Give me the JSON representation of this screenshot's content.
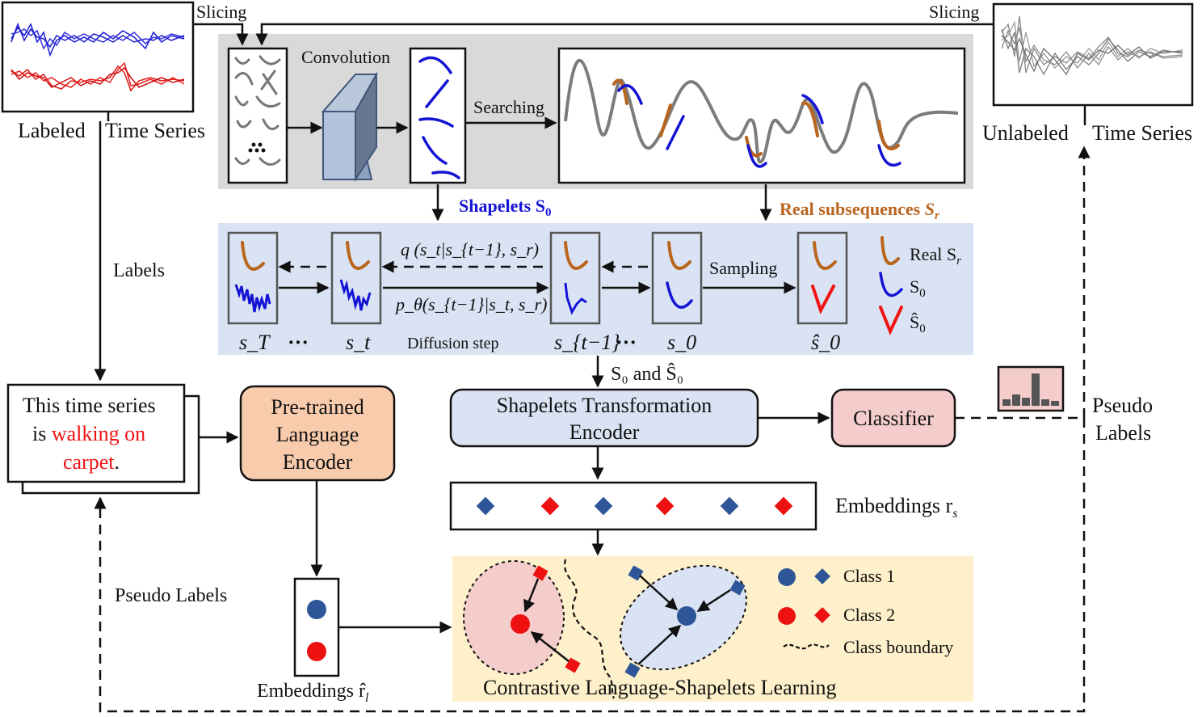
{
  "slicing_left": "Slicing",
  "slicing_right": "Slicing",
  "labeled_ts": {
    "part1": "Labeled",
    "part2": "Time Series"
  },
  "unlabeled_ts": {
    "part1": "Unlabeled",
    "part2": "Time Series"
  },
  "convolution": "Convolution",
  "searching": "Searching",
  "shapelets_label": "Shapelets S",
  "shapelets_sub": "0",
  "real_subseq_label": "Real subsequences ",
  "real_subseq_sym": "S",
  "real_subseq_sub": "r",
  "labels": "Labels",
  "diffusion": {
    "q_label": "q (s_t|s_{t−1}, s_r)",
    "p_label": "p_θ(s_{t−1}|s_t, s_r)",
    "step": "Diffusion step",
    "sampling": "Sampling",
    "states": [
      "s_T",
      "s_t",
      "s_{t−1}",
      "s_0",
      "ŝ_0"
    ],
    "ellipsis": "···"
  },
  "legend_top": [
    {
      "text": "Real S",
      "sub": "r",
      "color": "#b9651e"
    },
    {
      "text": "S",
      "sub": "0",
      "color": "#1414d6"
    },
    {
      "text": "Ŝ",
      "sub": "0",
      "color": "#f01414"
    }
  ],
  "s0_and_s0hat": "S₀ and Ŝ₀",
  "text_card": {
    "line1": "This time series",
    "line2_plain": "is ",
    "line2_red": "walking on",
    "line3_red": "carpet",
    "line3_plain": "."
  },
  "plm": {
    "line1": "Pre-trained",
    "line2": "Language",
    "line3": "Encoder"
  },
  "ste": {
    "line1": "Shapelets Transformation",
    "line2": "Encoder"
  },
  "classifier": "Classifier",
  "pseudo_labels_right": {
    "line1": "Pseudo",
    "line2": "Labels"
  },
  "pseudo_labels_left": "Pseudo Labels",
  "embeddings_rs": "Embeddings r",
  "embeddings_rs_sub": "s",
  "embeddings_rl": "Embeddings r̂",
  "embeddings_rl_sub": "l",
  "legend_bottom": [
    "Class 1",
    "Class 2",
    "Class boundary"
  ],
  "contrastive_title": "Contrastive Language-Shapelets Learning",
  "colors": {
    "gray_panel": "#d9d9d9",
    "blue_panel": "#dae3f3",
    "yellow_panel": "#fdf0ca",
    "orange_box": "#f8cbad",
    "blue_box": "#dae3f3",
    "pink_box": "#f4cccc",
    "class1": "#2e5597",
    "class2": "#ee1111",
    "shapelet_blue": "#1414d6",
    "real_brown": "#b9651e"
  }
}
